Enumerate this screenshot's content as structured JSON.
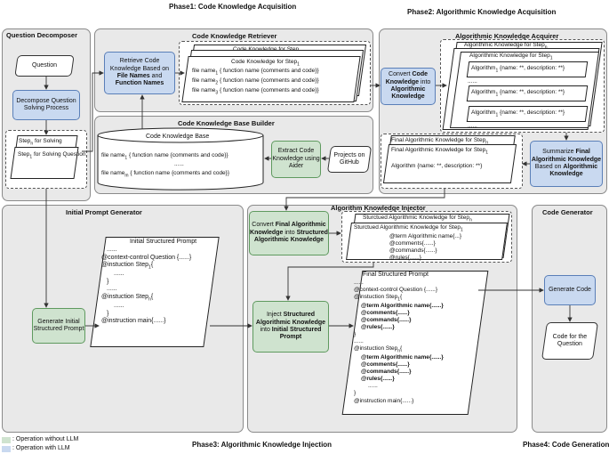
{
  "phases": {
    "p1": "Phase1: Code Knowledge Acquisition",
    "p2": "Phase2: Algorithmic Knowledge Acquisition",
    "p3": "Phase3: Algorithmic Knowledge Injection",
    "p4": "Phase4: Code Generation"
  },
  "question_decomposer": {
    "title": "Question Decomposer",
    "question": "Question",
    "process": "Decompose Question Solving Process",
    "step_n": "Step",
    "step_n_sub": "n",
    "step_n_suffix": " for Solving",
    "step_1": "Step",
    "step_1_sub": "1",
    "step_1_suffix": " for Solving Question",
    "dots": "......"
  },
  "code_retriever": {
    "title": "Code Knowledge Retriever",
    "retrieve_1": "Retrieve Code Knowledge Based on ",
    "retrieve_bold1": "File Names",
    "retrieve_2": " and ",
    "retrieve_bold2": "Function Names",
    "ck_step_n": "Code Knowledge for Step",
    "ck_step_n_sub": "n",
    "ck_step_1": "Code Knowledge for Step",
    "ck_step_1_sub": "1",
    "file_1": "file name",
    "file_1_sub": "1",
    "file_2_sub": "2",
    "file_3_sub": "3",
    "file_body": " { function name {comments and code}}"
  },
  "kb_builder": {
    "title": "Code Knowledge Base Builder",
    "kb_title": "Code Knowledge Base",
    "kb_line1": "file name",
    "kb_line1_sub": "1",
    "kb_line_body": " { function name {comments and code}}",
    "kb_dots": "......",
    "kb_linen_sub": "m",
    "extract": "Extract Code Knowledge using Aider",
    "projects": "Projects on GitHub"
  },
  "algo_acquirer": {
    "title": "Algorithmic Knowledge Acquirer",
    "convert_1": "Convert ",
    "convert_b1": "Code Knowledge",
    "convert_2": " into ",
    "convert_b2": "Algorithmic Knowledge",
    "ak_step_n": "Algorithmic Knowledge for Step",
    "ak_step_n_sub": "n",
    "ak_step_1": "Algorithmic Knowledge for Step",
    "ak_step_1_sub": "1",
    "alg_line": "Algorithm",
    "alg_body": " {name: **, description: **}",
    "alg_sub": "1",
    "dots": "......",
    "final_n": "Final Algorithmic Knowledge for Step",
    "final_n_sub": "n",
    "final_1": "Final Algorithmic Knowledge for Step",
    "final_1_sub": "1",
    "final_alg": "Algorithm {name: **, description: **}",
    "summarize_1": "Summarize ",
    "summarize_b1": "Final Algorithmic Knowledge",
    "summarize_2": " Based on ",
    "summarize_b2": "Algorithmic Knowledge"
  },
  "initial_prompt": {
    "title": "Initial Prompt Generator",
    "generate": "Generate Initial Structured Prompt",
    "box_title": "Initial Structured Prompt",
    "l1": "......",
    "l2": "@context-control Question {......}",
    "l3": "@instuction  Step",
    "l3_sub": "1",
    "l3_tail": "{",
    "l4": "......",
    "l5": "}",
    "l6": "......",
    "l7": "@instuction Step",
    "l7_sub": "n",
    "l7_tail": "{",
    "l8": "......",
    "l9": "}",
    "l10": "@instruction main{......}"
  },
  "injector": {
    "title": "Algorithm Knowledge Injector",
    "convert_1": "Convert ",
    "convert_b1": "Final Algorithmic Knowledge",
    "convert_2": " into ",
    "convert_b2": "Structured Algorithmic Knowledge",
    "sak_n": "Sturctued Algorithmic Knowledge for Step",
    "sak_n_sub": "n",
    "sak_1": "Sturctued Algorithmic Knowledge for Step",
    "sak_1_sub": "1",
    "sak_l1": "@term Algorithmic name{...}",
    "sak_l2": "@comments{......}",
    "sak_l3": "@commands{......}",
    "sak_l4": "@rules{......}",
    "inject_1": "Inject ",
    "inject_b1": "Structured Algorithmic Knowledge",
    "inject_2": " into ",
    "inject_b2": "Initial Structured Prompt",
    "final_title": "Final Structured Prompt",
    "f1": "......",
    "f2": "@context-control Question {......}",
    "f3": "@instuction  Step",
    "f3_sub": "1",
    "f3_tail": "{",
    "f4": "@term Algorithmic name{......}",
    "f5": "@comments{......}",
    "f6": "@commands{......}",
    "f7": "@rules{......}",
    "f8": "}",
    "f9": "......",
    "f10": "@instuction Step",
    "f10_sub": "n",
    "f10_tail": "{",
    "f11": "@term Algorithmic name{......}",
    "f12": "@comments{......}",
    "f13": "@commands{......}",
    "f14": "@rules{......}",
    "f15": "......",
    "f16": "}",
    "f17": "@instruction main{......}"
  },
  "code_generator": {
    "title": "Code Generator",
    "generate": "Generate Code",
    "output": "Code for the Question"
  },
  "legend": {
    "without": ": Operation without LLM",
    "with": ": Operation with LLM"
  },
  "colors": {
    "llm_fill": "#c9d9f0",
    "nollm_fill": "#cfe3cf",
    "panel": "#e9e9e9"
  }
}
